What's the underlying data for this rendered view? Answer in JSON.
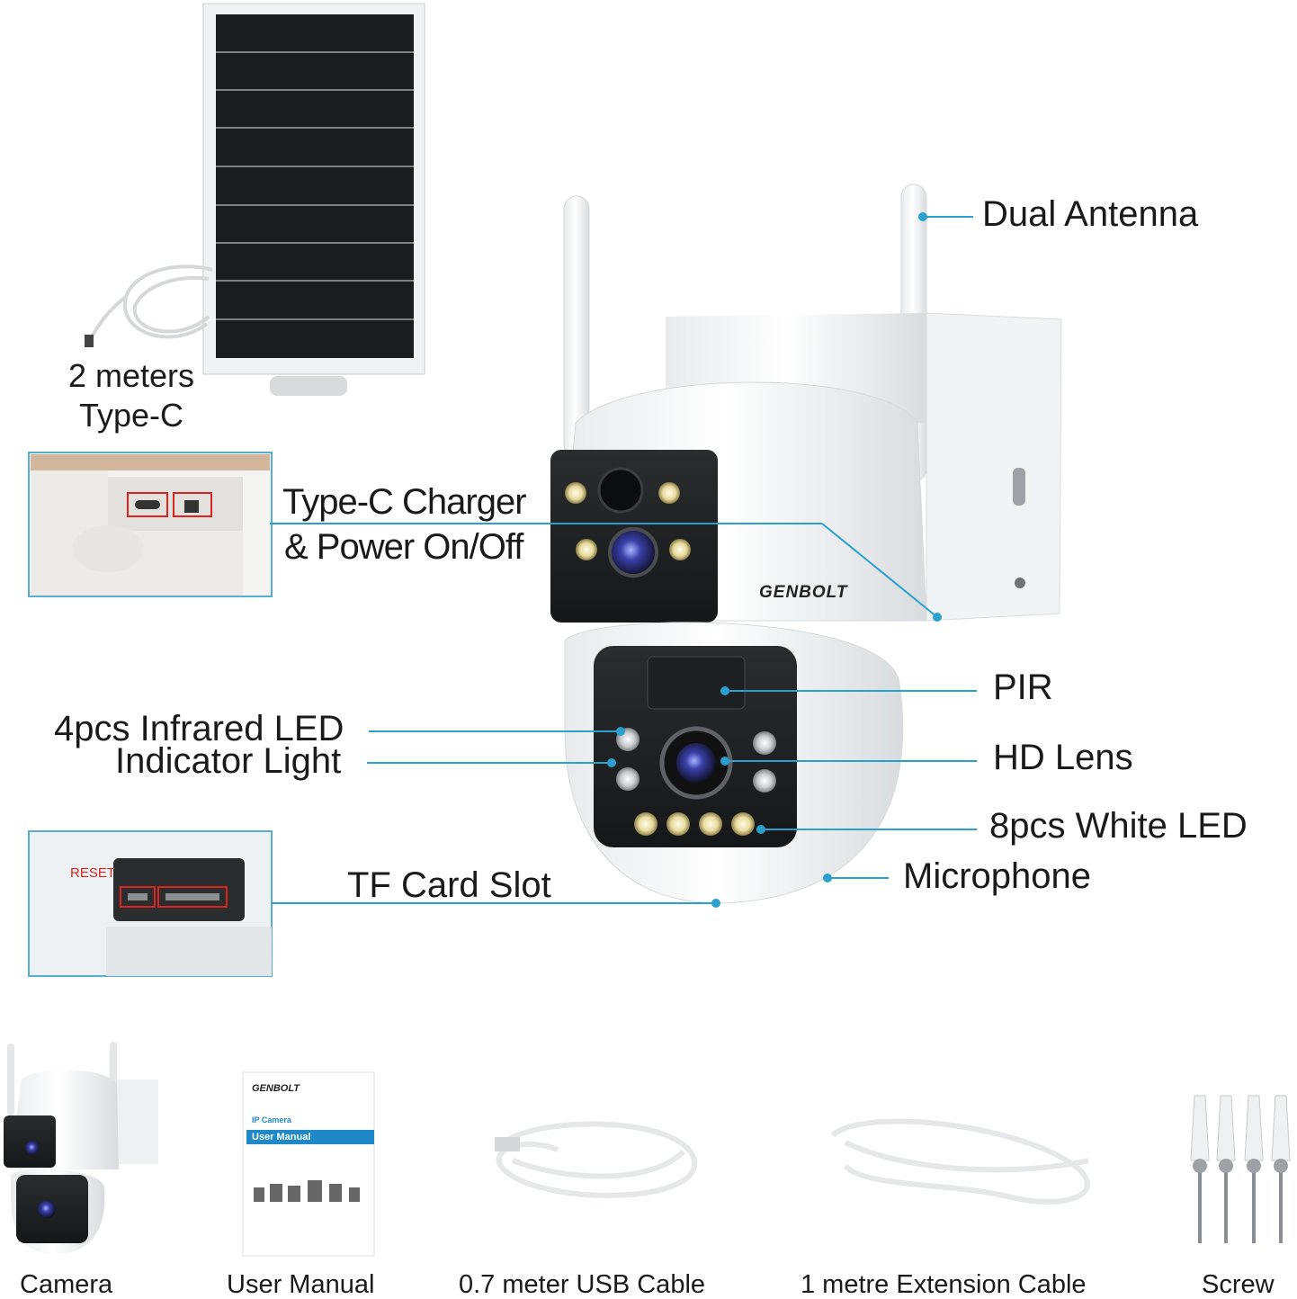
{
  "solar_panel": {
    "cable_line1": "2 meters",
    "cable_line2": "Type-C"
  },
  "callouts": {
    "dual_antenna": "Dual Antenna",
    "type_c_charger_line1": "Type-C Charger",
    "type_c_charger_line2": "& Power On/Off",
    "pir": "PIR",
    "infrared_led": "4pcs Infrared LED",
    "indicator_light": "Indicator Light",
    "hd_lens": "HD Lens",
    "white_led": "8pcs White LED",
    "microphone": "Microphone",
    "tf_card_slot": "TF Card Slot"
  },
  "brand": {
    "logo": "GENBOLT"
  },
  "reset_label": "RESET",
  "manual": {
    "logo": "GENBOLT",
    "subtitle": "IP Camera",
    "title": "User Manual"
  },
  "package_items": [
    {
      "label": "Camera"
    },
    {
      "label": "User Manual"
    },
    {
      "label": "0.7 meter USB Cable"
    },
    {
      "label": "1 metre Extension Cable"
    },
    {
      "label": "Screw"
    }
  ],
  "colors": {
    "callout_line": "#2aa0cf",
    "highlight_box": "#d9251d",
    "inset_border": "#5aaecf"
  }
}
